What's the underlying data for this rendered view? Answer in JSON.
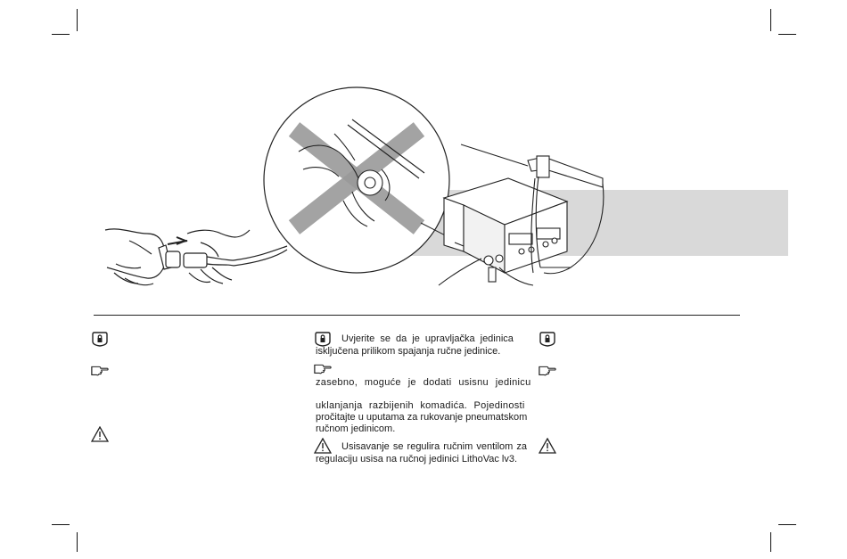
{
  "icons": {
    "safety": "safety-lock-icon",
    "note": "pointing-hand-icon",
    "warning": "warning-triangle-icon"
  },
  "colors": {
    "highlight_band": "#d9d9d9",
    "cross": "#9a9a9a",
    "line": "#222222"
  },
  "middle_column": {
    "para1_line1": "Uvjerite se da je upravljačka jedinica",
    "para1_line2": "isključena prilikom spajanja ručne jedinice.",
    "para2_line1": "zasebno, moguće je dodati usisnu jedinicu",
    "para3_line1": "uklanjanja razbijenih komadića. Pojedinosti",
    "para3_line2": "pročitajte u uputama za rukovanje pneumatskom",
    "para3_line3": "ručnom jedinicom.",
    "para4_line1": "Usisavanje se regulira ručnim ventilom za",
    "para4_line2": "regulaciju usisa na ručnoj jedinici LithoVac lv3."
  }
}
